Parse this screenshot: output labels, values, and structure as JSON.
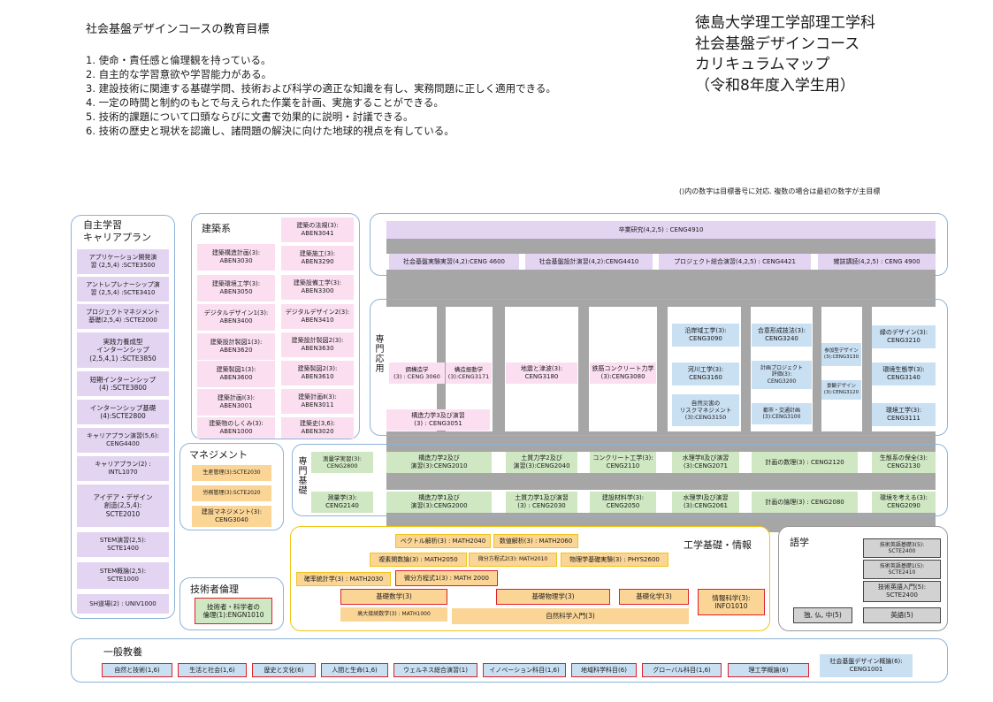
{
  "goals": {
    "title": "社会基盤デザインコースの教育目標",
    "items": [
      "1. 使命・責任感と倫理観を持っている。",
      "2. 自主的な学習意欲や学習能力がある。",
      "3. 建設技術に関連する基礎学問、技術および科学の適正な知識を有し、実務問題に正しく適用できる。",
      "4. 一定の時間と制約のもとで与えられた作業を計画、実施することができる。",
      "5. 技術的課題について口頭ならびに文書で効果的に説明・討議できる。",
      "6. 技術の歴史と現状を認識し、諸問題の解決に向けた地球的視点を有している。"
    ]
  },
  "header_title": [
    "徳島大学理工学部理工学科",
    "社会基盤デザインコース",
    "カリキュラムマップ",
    "（令和8年度入学生用）"
  ],
  "note": "()内の数字は目標番号に対応. 複数の場合は最初の数字が主目標",
  "self_study": {
    "title": "自主学習\nキャリアプラン",
    "courses": [
      "アプリケーション開発演\n習 (2,5,4) :SCTE3500",
      "アントレプレナーシップ演\n習 (2,5,4) :SCTE3410",
      "プロジェクトマネジメント\n基礎(2,5,4) :SCTE2000",
      "実践力養成型\nインターンシップ\n(2,5,4,1) :SCTE3850",
      "短期インターンシップ\n(4) :SCTE3800",
      "インターンシップ基礎\n(4):SCTE2800",
      "キャリアプラン演習(5,6):\nCENG4400",
      "キャリアプラン(2) :\nINTL1070",
      "アイデア・デザイン\n創造(2,5,4):\nSCTE2010",
      "STEM演習(2,5):\nSCTE1400",
      "STEM概論(2,5):\nSCTE1000",
      "SH道場(2) : UNIV1000"
    ]
  },
  "architecture": {
    "title": "建築系",
    "left": [
      "建築構造計画(3):\nABEN3030",
      "建築環境工学(3):\nABEN3050",
      "デジタルデザイン1(3):\nABEN3400",
      "建築設計製図1(3):\nABEN3620",
      "建築製図1(3):\nABEN3600",
      "建築計画Ⅰ(3):\nABEN3001",
      "建築物のしくみ(3):\nABEN1000"
    ],
    "right": [
      "建築の法規(3):\nABEN3041",
      "建築施工(3):\nABEN3290",
      "建築設備工学(3):\nABEN3300",
      "デジタルデザイン2(3):\nABEN3410",
      "建築設計製図2(3):\nABEN3630",
      "建築製図2(3):\nABEN3610",
      "建築計画Ⅱ(3):\nABEN3011",
      "建築史(3,6):\nABEN3020"
    ]
  },
  "management": {
    "title": "マネジメント",
    "courses": [
      "生産管理(3):SCTE2030",
      "労務管理(3):SCTE2020",
      "建設マネジメント(3):\nCENG3040"
    ]
  },
  "ethics": {
    "title": "技術者倫理",
    "course": "技術者・科学者の\n倫理(1):ENGN1010"
  },
  "top": {
    "thesis": "卒業研究(4,2,5) : CENG4910",
    "row": [
      "社会基盤実験実習(4,2):CENG 4600",
      "社会基盤設計演習(4,2):CENG4410",
      "プロジェクト総合演習(4,2,5) : CENG4421",
      "雑誌講読(4,2,5) : CENG 4900"
    ]
  },
  "applied": {
    "label": "専門応用",
    "courses": [
      "鋼構造学\n(3) : CENG 3060",
      "構造振動学\n(3):CENG3171",
      "地震と津波(3):\nCENG3180",
      "鉄筋コンクリート力学\n(3):CENG3080",
      "構造力学3及び演習\n(3) : CENG3051",
      "沿岸域工学(3):\nCENG3090",
      "河川工学(3):\nCENG3160",
      "自然災害の\nリスクマネジメント\n(3):CENG3150",
      "合意形成技法(3):\nCENG3240",
      "計画プロジェクト\n評価(3):\nCENG3200",
      "都市・交通計画\n(3):CENG3100",
      "参加型デザイン\n(3):CENG3130",
      "景観デザイン\n(3):CENG3120",
      "緑のデザイン(3):\nCENG3210",
      "環境生態学(3):\nCENG3140",
      "環境工学(3):\nCENG3111"
    ]
  },
  "basic": {
    "label": "専門基礎",
    "courses": [
      "測量学実習(3):\nCENG2800",
      "構造力学2及び\n演習(3):CENG2010",
      "土質力学2及び\n演習(3):CENG2040",
      "コンクリート工学(3):\nCENG2110",
      "水理学Ⅱ及び演習\n(3):CENG2071",
      "計画の数理(3) : CENG2120",
      "生態系の保全(3):\nCENG2130",
      "測量学(3):\nCENG2140",
      "構造力学1及び\n演習(3):CENG2000",
      "土質力学1及び演習\n(3) : CENG2030",
      "建設材料学(3):\nCENG2050",
      "水理学Ⅰ及び演習\n(3):CENG2061",
      "計画の論理(3) : CENG2080",
      "環境を考える(3):\nCENG2090"
    ]
  },
  "engineering": {
    "title": "工学基礎・情報",
    "courses": [
      "ベクトル解析(3) : MATH2040",
      "数値解析(3) : MATH2060",
      "複素関数論(3) : MATH2050",
      "微分方程式2(3): MATH2010",
      "物理学基礎実験(3) : PHYS2600",
      "確率統計学(3) : MATH2030",
      "微分方程式1(3) : MATH 2000",
      "基礎数学(3)",
      "基礎物理学(3)",
      "基礎化学(3)",
      "情報科学(3):\nINFO1010",
      "高大接続数学(3) : MATH1000",
      "自然科学入門(3)"
    ]
  },
  "language": {
    "title": "語学",
    "courses": [
      "技術英語基礎3(5):\nSCTE2400",
      "技術英語基礎1(5):\nSCTE2410",
      "技術英語入門(5):\nSCTE2400",
      "独, 仏, 中(5)",
      "英語(5)"
    ]
  },
  "general": {
    "title": "一般教養",
    "courses": [
      "自然と技術(1,6)",
      "生活と社会(1,6)",
      "歴史と文化(6)",
      "人間と生命(1,6)",
      "ウェルネス総合演習(1)",
      "イノベーション科目(1,6)",
      "地域科学科目(6)",
      "グローバル科目(1,6)",
      "理工学概論(6)",
      "社会基盤デザイン概論(6):\nCENG1001"
    ]
  }
}
